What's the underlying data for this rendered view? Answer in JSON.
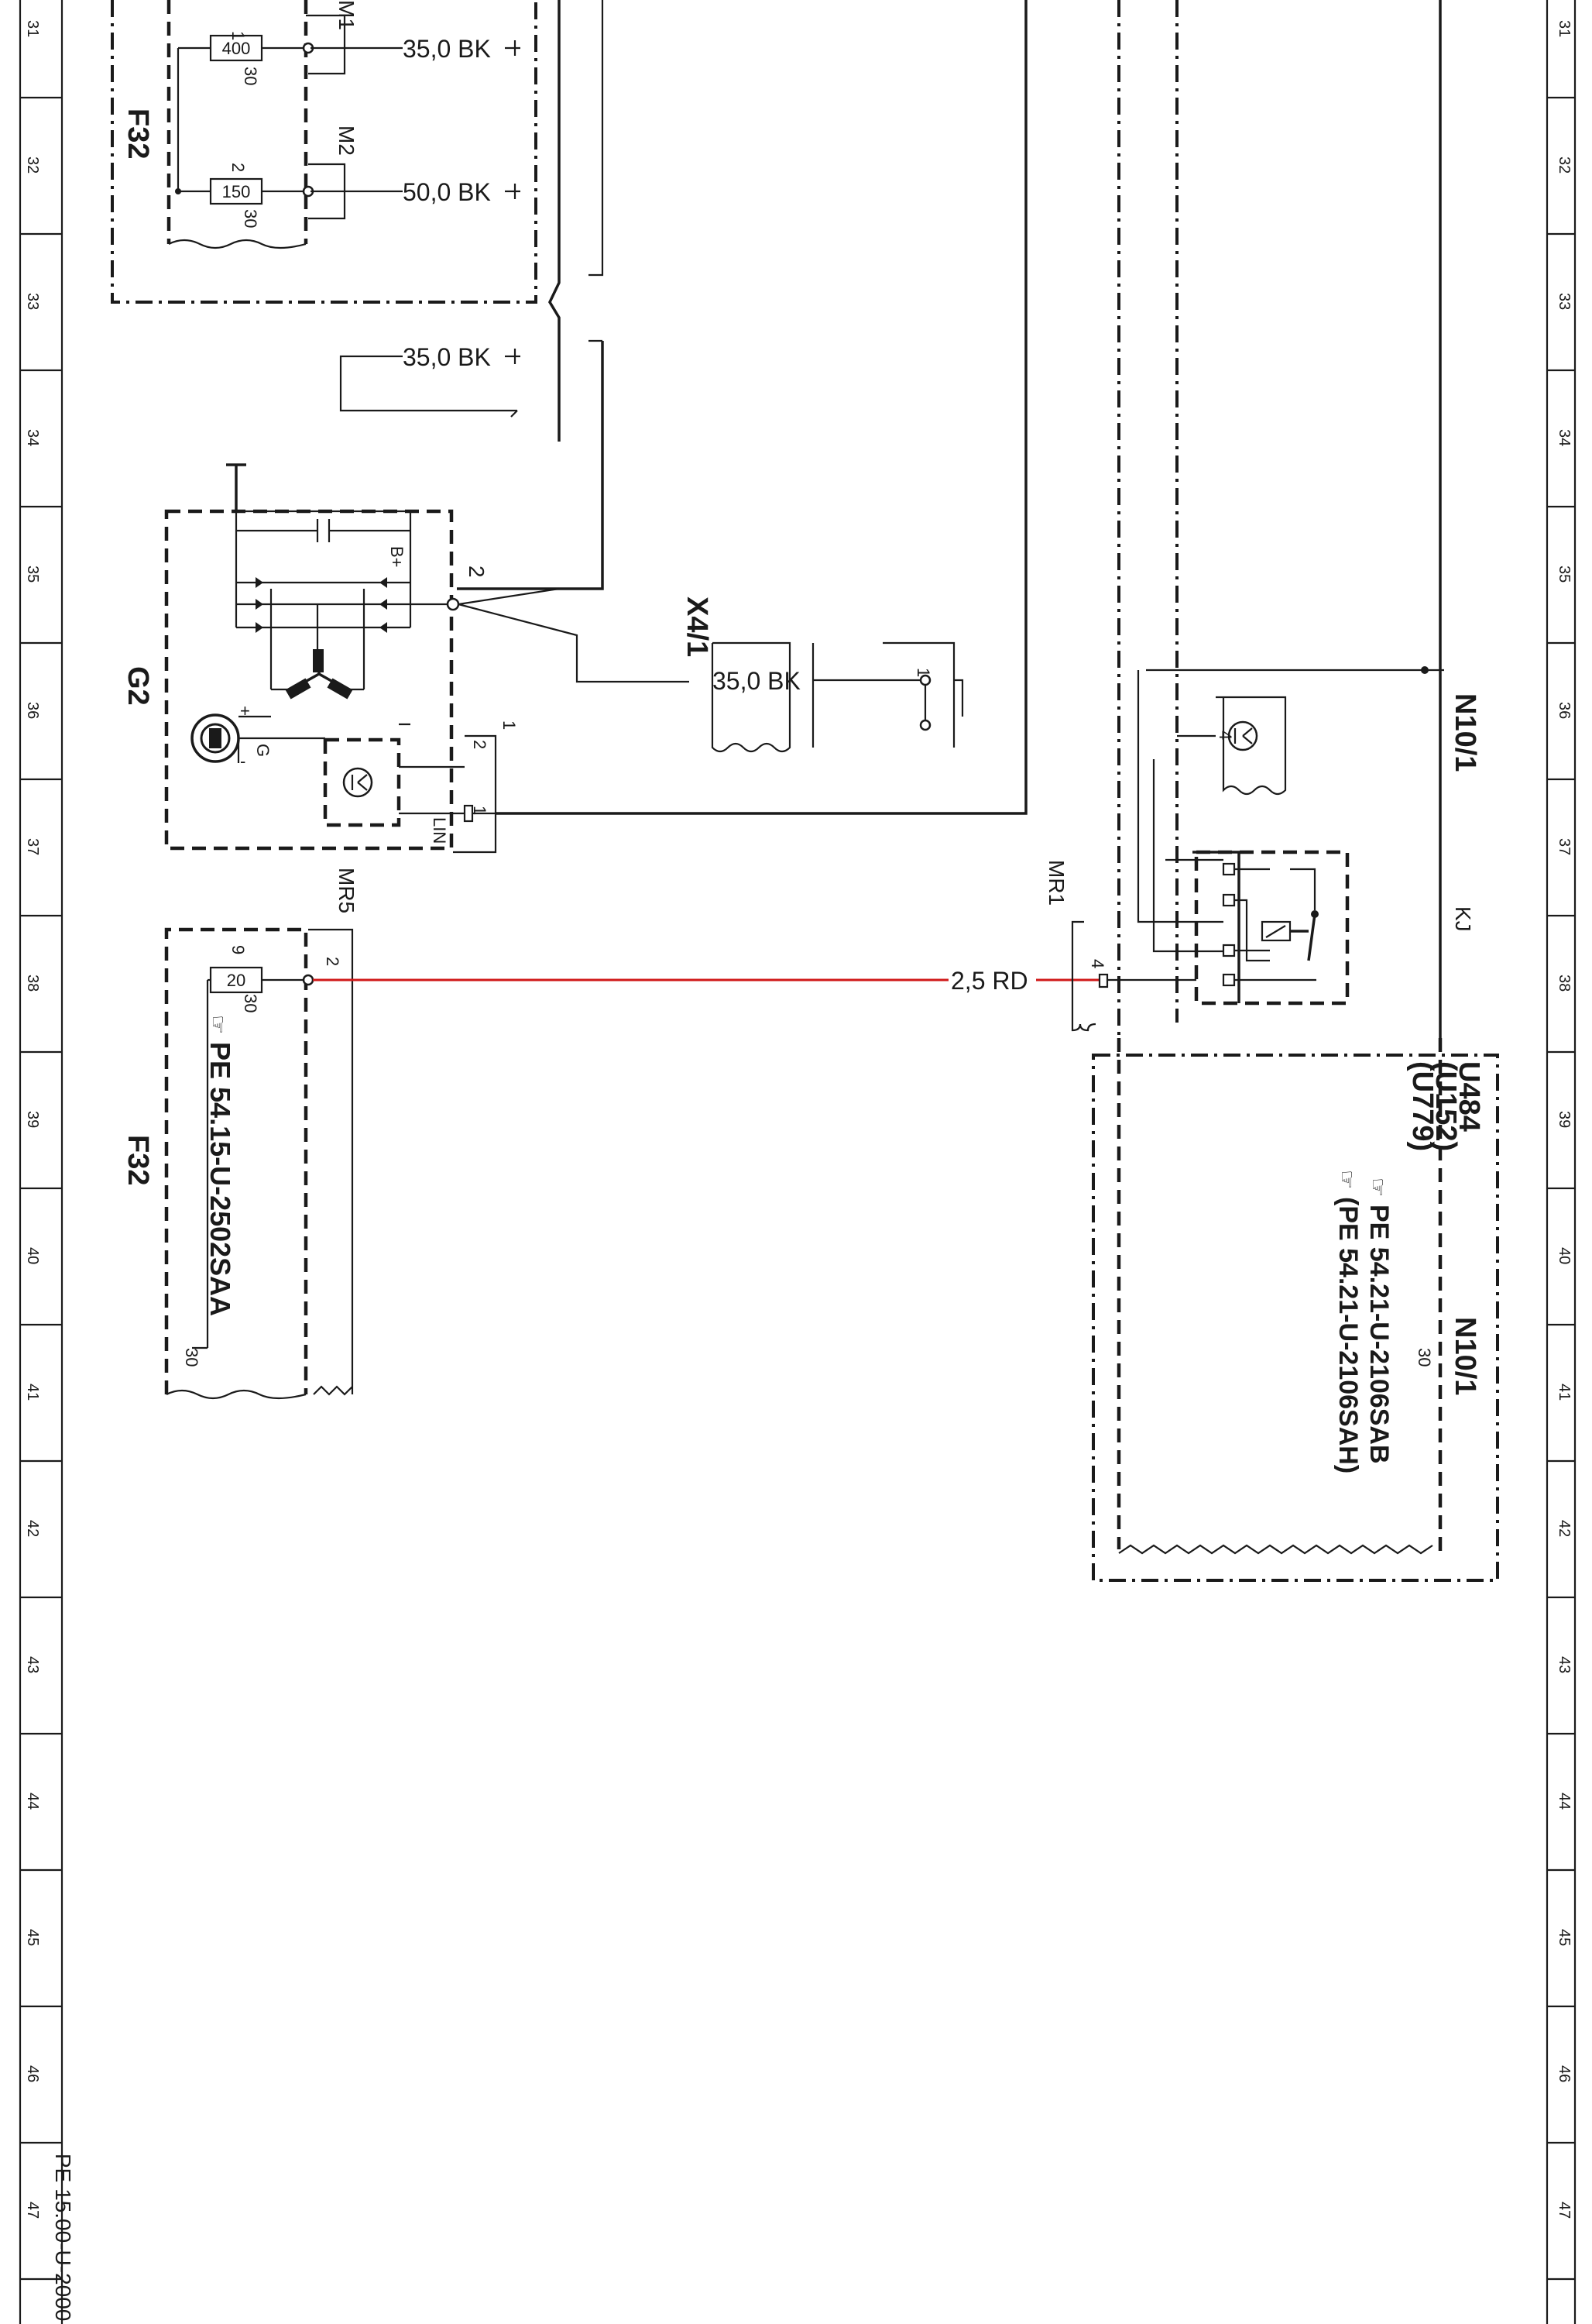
{
  "ruler": {
    "numbers": [
      "31",
      "32",
      "33",
      "34",
      "35",
      "36",
      "37",
      "38",
      "39",
      "40",
      "41",
      "42",
      "43",
      "44",
      "45",
      "46",
      "47"
    ]
  },
  "document": {
    "page_ref": "PE 15.00-U-2000"
  },
  "components": {
    "F32_top": {
      "name": "F32",
      "fuse1": {
        "value": "400",
        "pin_in": "1",
        "pin_out": "30",
        "terminal": "M1",
        "wire": "35,0 BK"
      },
      "fuse2": {
        "value": "150",
        "pin_in": "2",
        "pin_out": "30",
        "terminal": "M2",
        "wire": "50,0 BK"
      }
    },
    "loose_wire": {
      "wire": "35,0 BK"
    },
    "G2": {
      "name": "G2",
      "pin_main": "2",
      "pin_bplus": "B+",
      "pin_g": "G",
      "pin_plus": "+",
      "pin_minus": "-",
      "lin_label": "LIN",
      "lin_pin": "1",
      "pin2": "2",
      "pin1": "1"
    },
    "X4_1": {
      "name": "X4/1",
      "pin": "1",
      "wire": "35,0 BK"
    },
    "F32_bottom": {
      "name": "F32",
      "fuse": {
        "value": "20",
        "pin_in": "9",
        "pin_out": "30"
      },
      "terminal": "MR5",
      "out_pin": "2",
      "bottom_pin": "30",
      "ref": "PE 54.15-U-2502SAA"
    },
    "wire_red": {
      "label": "2,5 RD",
      "color": "#d01818"
    },
    "N10_1_top": {
      "name": "N10/1",
      "terminal": "MR1",
      "pin_in": "4",
      "transistor_pin": "4",
      "kj": "KJ"
    },
    "N10_1_bottom": {
      "name": "N10/1",
      "codes": [
        "U484",
        "(U152)",
        "(U779)"
      ],
      "pin": "30",
      "refs": [
        "PE 54.21-U-2106SAB",
        "(PE 54.21-U-2106SAH)"
      ]
    }
  }
}
